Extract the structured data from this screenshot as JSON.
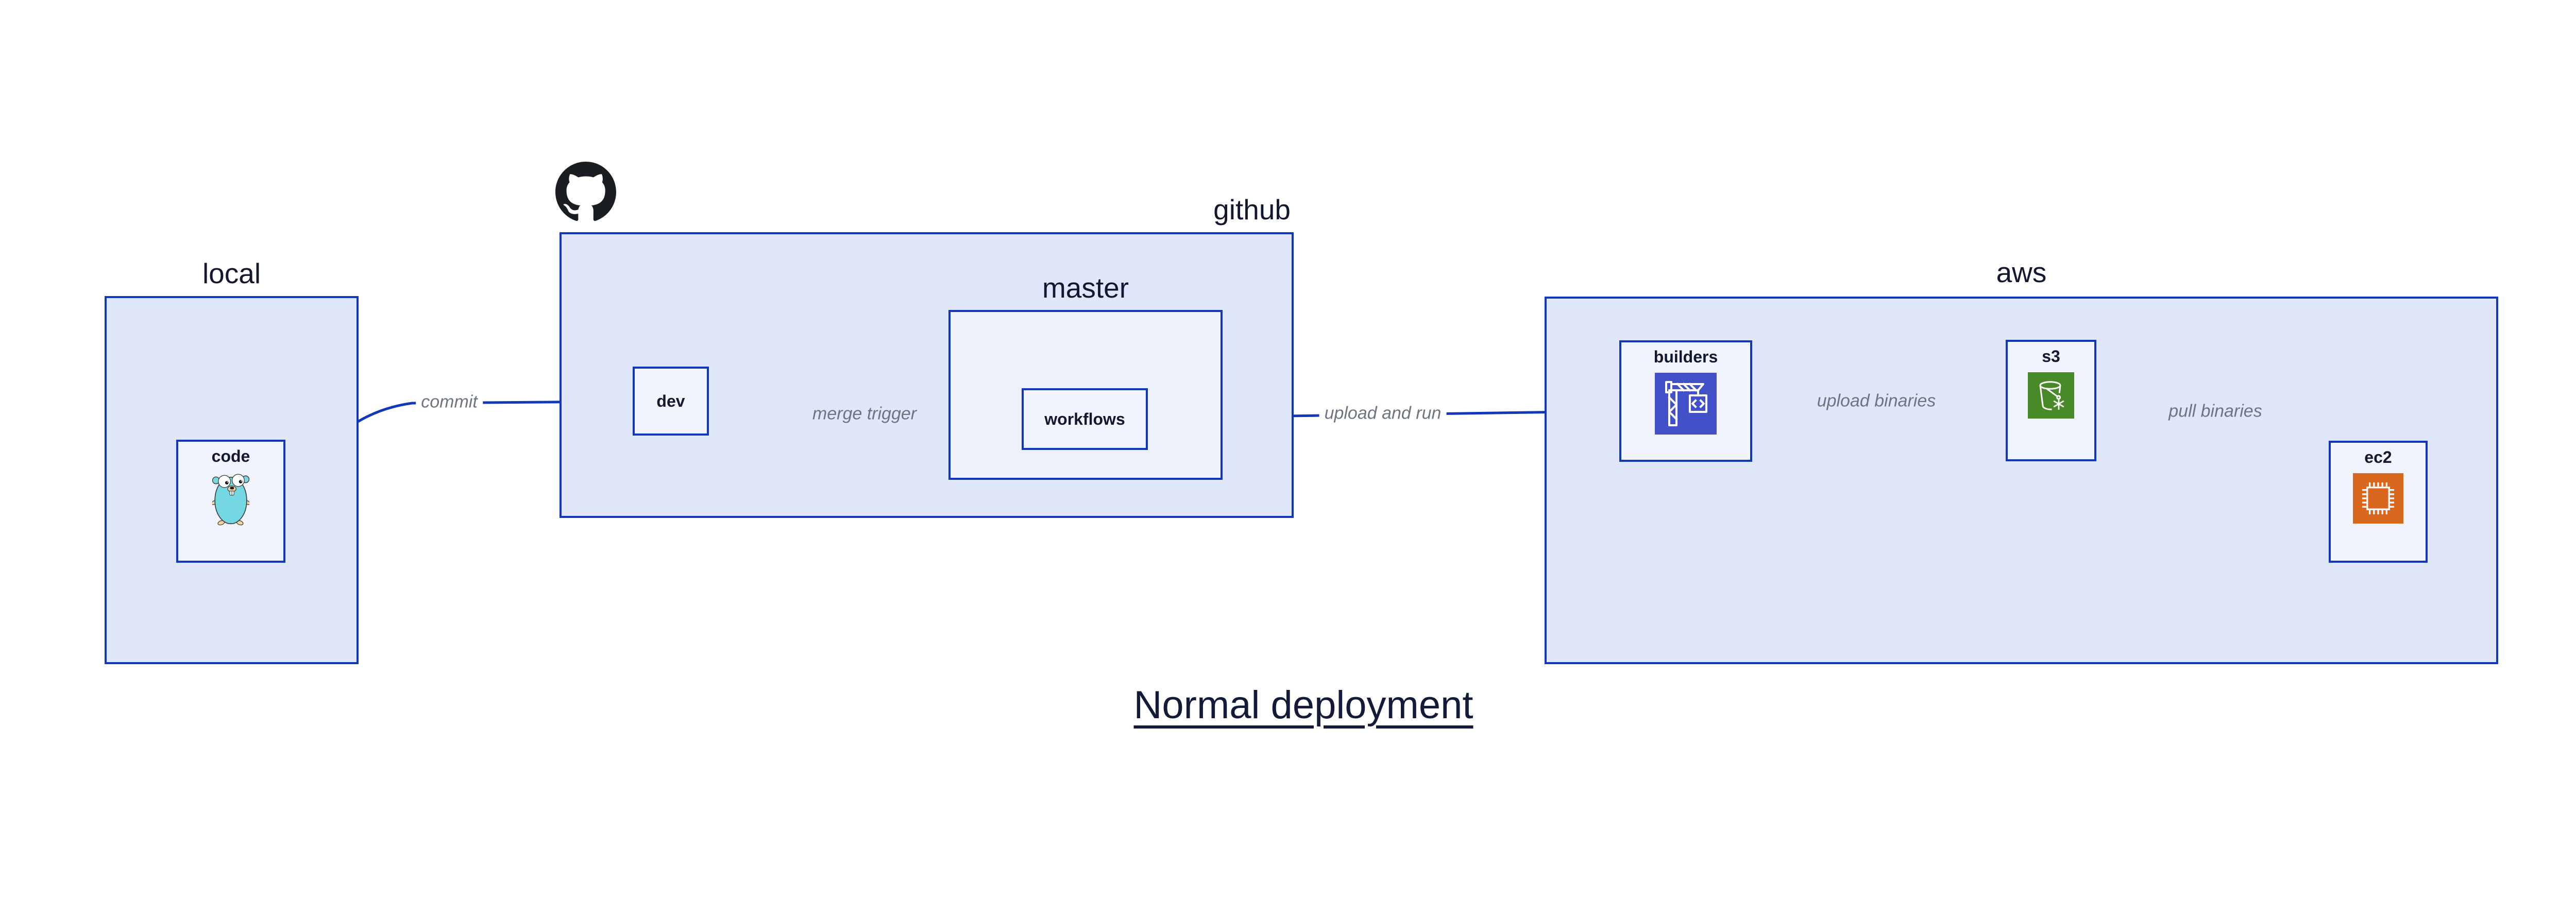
{
  "caption": {
    "text": "Normal deployment"
  },
  "groups": {
    "local": {
      "label": "local"
    },
    "github": {
      "label": "github"
    },
    "master": {
      "label": "master"
    },
    "aws": {
      "label": "aws"
    }
  },
  "nodes": {
    "code": {
      "label": "code",
      "icon": "go-gopher-icon"
    },
    "dev": {
      "label": "dev"
    },
    "workflows": {
      "label": "workflows"
    },
    "builders": {
      "label": "builders",
      "icon": "codebuild-crane-icon"
    },
    "s3": {
      "label": "s3",
      "icon": "s3-bucket-snowflake-icon"
    },
    "ec2": {
      "label": "ec2",
      "icon": "ec2-chip-icon"
    }
  },
  "edges": {
    "commit": {
      "label": "commit",
      "from": "code",
      "to": "dev"
    },
    "merge_trigger": {
      "label": "merge trigger",
      "from": "dev",
      "to": "workflows"
    },
    "upload_and_run": {
      "label": "upload and run",
      "from": "workflows",
      "to": "builders"
    },
    "upload_binaries": {
      "label": "upload binaries",
      "from": "builders",
      "to": "s3"
    },
    "pull_binaries": {
      "label": "pull binaries",
      "from": "s3",
      "to": "ec2"
    }
  },
  "icons": {
    "github_logo": "octocat-icon"
  },
  "colors": {
    "accent_blue": "#1138bc",
    "container_fill": "#e1e7fa",
    "subgroup_fill": "#edf1fc",
    "node_fill": "#f1f4fd",
    "text_dark": "#11182f",
    "edge_label_gray": "#6e7480",
    "builders_icon_bg": "#4351c8",
    "s3_icon_bg": "#478a27",
    "ec2_icon_bg": "#d9681e",
    "gopher_teal": "#74d7e2"
  }
}
